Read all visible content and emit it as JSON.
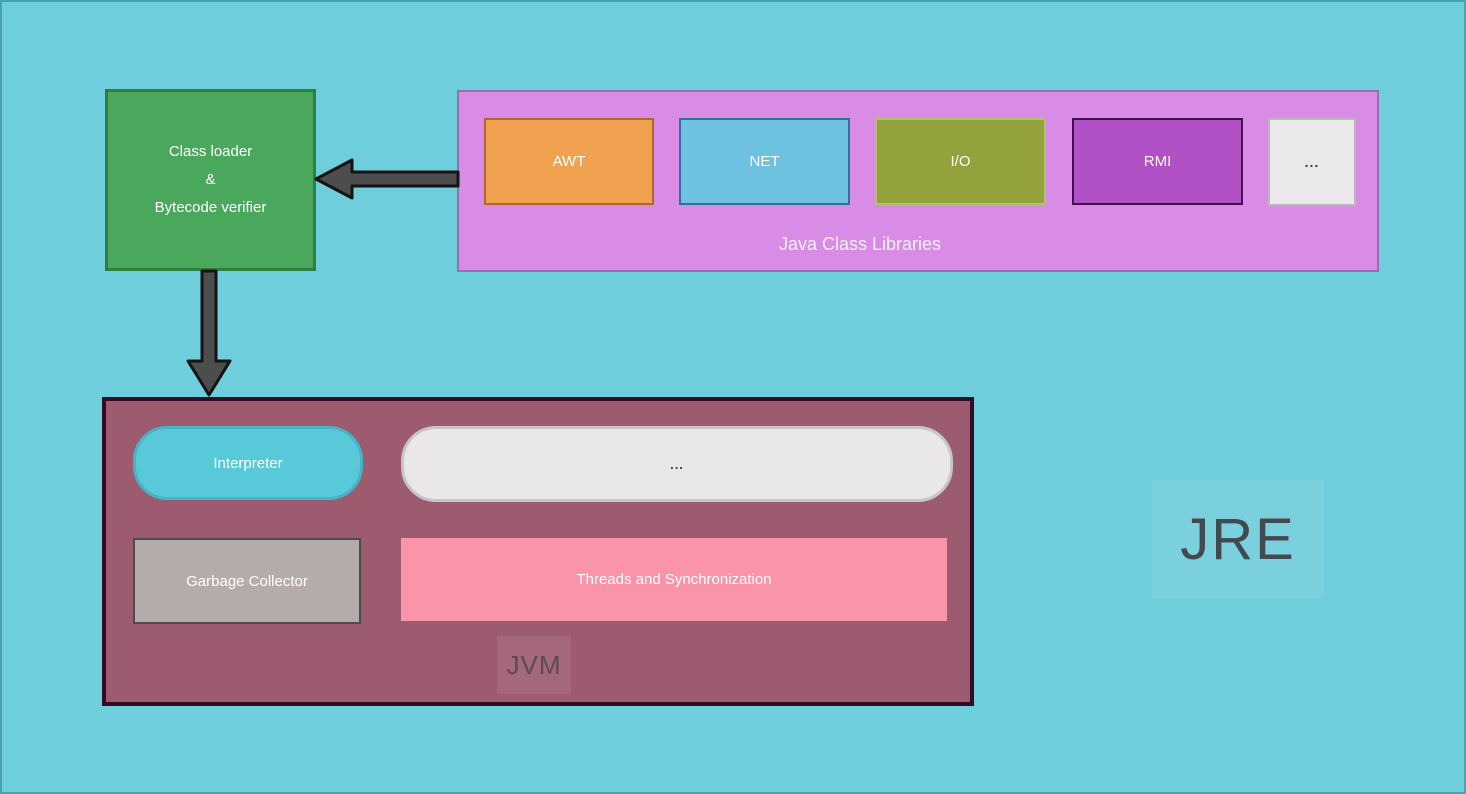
{
  "background": {
    "fill": "#6fcedb",
    "frame_border": "#4aa2af"
  },
  "class_loader_box": {
    "line1": "Class loader",
    "line2": "&",
    "line3": "Bytecode verifier",
    "fill": "#4aa85c",
    "border": "#2e8040"
  },
  "libraries_box": {
    "label": "Java Class Libraries",
    "fill": "#d88ce6",
    "border": "#9a6fae",
    "items": [
      {
        "label": "AWT",
        "fill": "#f1a251",
        "border": "#b0662c"
      },
      {
        "label": "NET",
        "fill": "#6fc2df",
        "border": "#2e71a0"
      },
      {
        "label": "I/O",
        "fill": "#93a23d",
        "border": "#b4c166"
      },
      {
        "label": "RMI",
        "fill": "#b250c5",
        "border": "#43104f"
      },
      {
        "label": "...",
        "fill": "#eae8ea",
        "border": "#bab7ba"
      }
    ]
  },
  "jvm_box": {
    "label": "JVM",
    "fill": "#9d5b70",
    "border": "#330b26",
    "interpreter": {
      "label": "Interpreter",
      "fill": "#57c9d9",
      "border": "#46b4c6"
    },
    "more": {
      "label": "...",
      "fill": "#e9e7e9",
      "border": "#c8c5c8"
    },
    "garbage_collector": {
      "label": "Garbage Collector",
      "fill": "#b5abab",
      "border": "#4d4d4d"
    },
    "threads": {
      "label": "Threads and Synchronization",
      "fill": "#f994a9"
    }
  },
  "jre_label": "JRE",
  "arrows": {
    "fill": "#4d4d4d",
    "stroke": "#141414"
  }
}
